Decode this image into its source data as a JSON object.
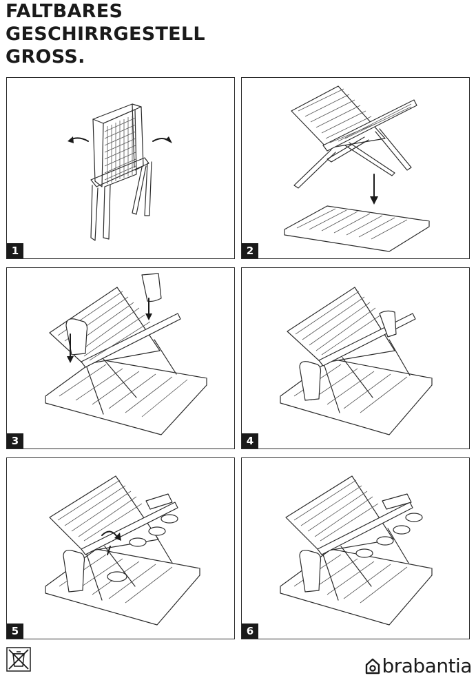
{
  "title": {
    "line1": "FALTBARES",
    "line2": "GESCHIRRGESTELL",
    "line3": "GROSS."
  },
  "panels": [
    {
      "number": "1"
    },
    {
      "number": "2"
    },
    {
      "number": "3"
    },
    {
      "number": "4"
    },
    {
      "number": "5"
    },
    {
      "number": "6"
    }
  ],
  "footer": {
    "disposal_icon": "crossed-out-bin-icon",
    "brand": "brabantia"
  }
}
